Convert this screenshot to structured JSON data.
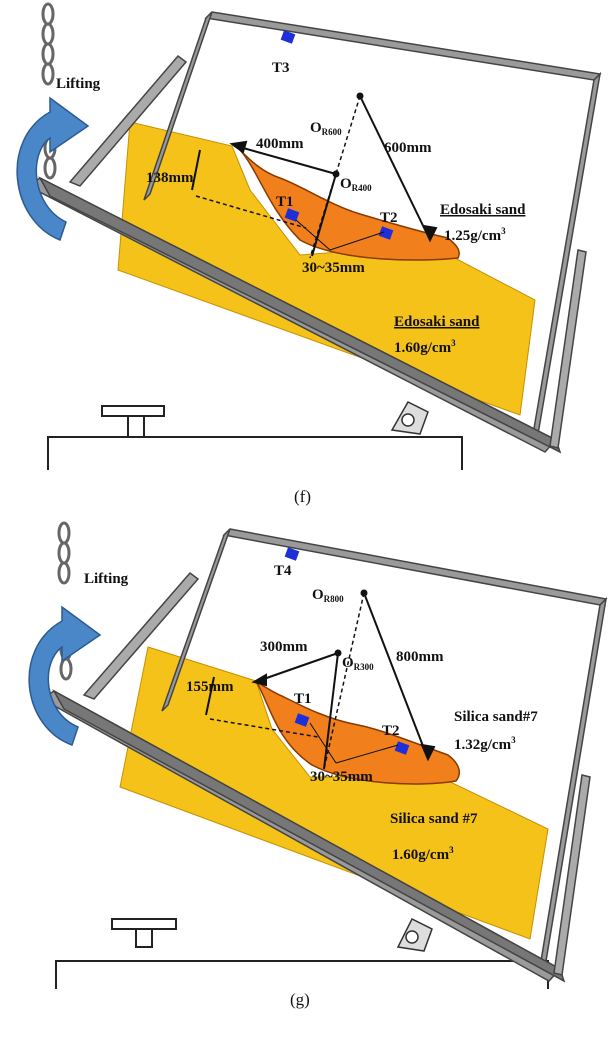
{
  "panels": [
    {
      "id": "f",
      "caption": "(f)",
      "lifting": "Lifting",
      "sensor_top": "T3",
      "center_outer": "O",
      "center_outer_sub": "R600",
      "center_inner": "O",
      "center_inner_sub": "R400",
      "radius_inner": "400mm",
      "radius_outer": "600mm",
      "depth": "138mm",
      "sensor_left": "T1",
      "sensor_right": "T2",
      "slip_depth": "30~35mm",
      "upper_sand_name": "Edosaki sand",
      "upper_sand_density": "1.25g/cm",
      "lower_sand_name": "Edosaki sand",
      "lower_sand_density": "1.60g/cm",
      "sup": "3"
    },
    {
      "id": "g",
      "caption": "(g)",
      "lifting": "Lifting",
      "sensor_top": "T4",
      "center_outer": "O",
      "center_outer_sub": "R800",
      "center_inner": "O",
      "center_inner_sub": "R300",
      "radius_inner": "300mm",
      "radius_outer": "800mm",
      "depth": "155mm",
      "sensor_left": "T1",
      "sensor_right": "T2",
      "slip_depth": "30~35mm",
      "upper_sand_name": "Silica sand#7",
      "upper_sand_density": "1.32g/cm",
      "lower_sand_name": "Silica sand #7",
      "lower_sand_density": "1.60g/cm",
      "sup": "3"
    }
  ],
  "colors": {
    "frame": "#9a9a9a",
    "frame_dark": "#555555",
    "sand_lower": "#f5c21a",
    "sand_slide": "#f07f1c",
    "arrow_blue": "#4a87c8",
    "sensor": "#1f2fd8"
  }
}
